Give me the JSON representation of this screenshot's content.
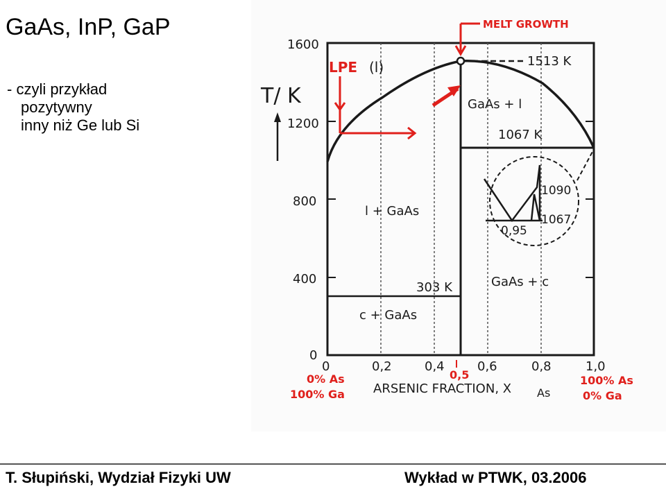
{
  "slide": {
    "title": "GaAs, InP, GaP",
    "bullet_lines": [
      "- czyli przykład",
      "pozytywny",
      "inny niż Ge lub Si"
    ]
  },
  "diagram": {
    "y_axis_label": "T/ K",
    "y_ticks": [
      "1600",
      "1200",
      "800",
      "400",
      "0"
    ],
    "x_ticks": [
      "0",
      "0,2",
      "0,4",
      "0,6",
      "0,8",
      "1,0"
    ],
    "x_axis_label": "ARSENIC FRACTION, X",
    "x_axis_subscript": "As",
    "regions": {
      "liquid": "(l)",
      "gaas_liquid": "GaAs + l",
      "liquid_gaas": "l + GaAs",
      "gaas_c": "GaAs + c",
      "c_gaas": "c + GaAs"
    },
    "temperatures": {
      "melt": "1513 K",
      "eutectic_as": "1067 K",
      "eutectic_ga": "303 K",
      "inset_high": "1090",
      "inset_low": "1067",
      "inset_x": "0,95"
    },
    "annotations": {
      "melt_growth": "MELT GROWTH",
      "lpe": "LPE",
      "x_half": "0,5",
      "left_line1": "0% As",
      "left_line2": "100% Ga",
      "right_line1": "100% As",
      "right_line2": "0% Ga"
    },
    "colors": {
      "ink": "#1a1a1a",
      "annotation": "#e0201c"
    }
  },
  "footer": {
    "left": "T. Słupiński, Wydział Fizyki UW",
    "right": "Wykład w PTWK, 03.2006"
  }
}
